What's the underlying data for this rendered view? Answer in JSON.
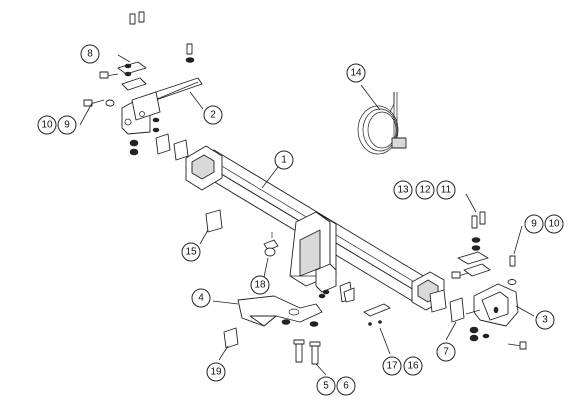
{
  "diagram": {
    "callouts": [
      {
        "id": "c1",
        "label": "1"
      },
      {
        "id": "c2",
        "label": "2"
      },
      {
        "id": "c3",
        "label": "3"
      },
      {
        "id": "c4",
        "label": "4"
      },
      {
        "id": "c5",
        "label": "5"
      },
      {
        "id": "c6",
        "label": "6"
      },
      {
        "id": "c7",
        "label": "7"
      },
      {
        "id": "c8",
        "label": "8"
      },
      {
        "id": "c9a",
        "label": "9"
      },
      {
        "id": "c10a",
        "label": "10"
      },
      {
        "id": "c9b",
        "label": "9"
      },
      {
        "id": "c10b",
        "label": "10"
      },
      {
        "id": "c11",
        "label": "11"
      },
      {
        "id": "c12",
        "label": "12"
      },
      {
        "id": "c13",
        "label": "13"
      },
      {
        "id": "c14",
        "label": "14"
      },
      {
        "id": "c15",
        "label": "15"
      },
      {
        "id": "c16",
        "label": "16"
      },
      {
        "id": "c17",
        "label": "17"
      },
      {
        "id": "c18",
        "label": "18"
      },
      {
        "id": "c19",
        "label": "19"
      }
    ]
  }
}
